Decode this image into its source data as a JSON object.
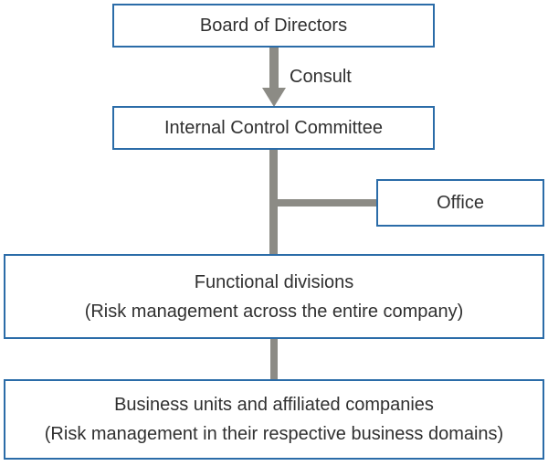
{
  "diagram": {
    "title_hint": "internal control / risk management organization chart",
    "colors": {
      "background": "#ffffff",
      "box_border_blue": "#2b6ca8",
      "box_fill": "#ffffff",
      "connector_gray": "#8c8b85",
      "text": "#303030"
    },
    "nodes": {
      "board": {
        "label": "Board of Directors"
      },
      "committee": {
        "label": "Internal Control Committee"
      },
      "office": {
        "label": "Office"
      },
      "functional": {
        "line1": "Functional divisions",
        "line2": "(Risk management across the entire company)"
      },
      "business": {
        "line1": "Business units and affiliated companies",
        "line2": "(Risk management in their respective business domains)"
      }
    },
    "edges": {
      "consult_label": "Consult"
    }
  }
}
